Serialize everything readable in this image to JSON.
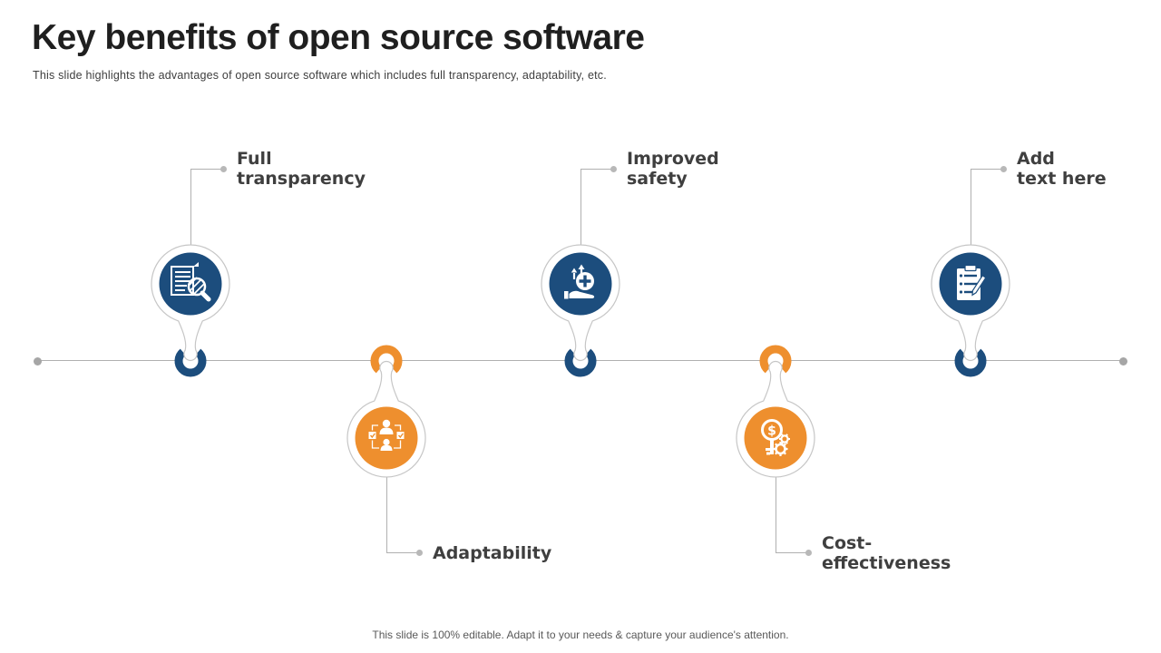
{
  "slide": {
    "title": "Key benefits of open source software",
    "subtitle": "This slide highlights the advantages of open source software which includes full transparency, adaptability, etc.",
    "footer": "This slide is 100% editable. Adapt it to your needs & capture your audience's attention."
  },
  "colors": {
    "blue": "#1c4d7d",
    "orange": "#ee8f2e",
    "line_gray": "#b0b0b0",
    "dot_gray": "#a6a6a6",
    "label_text": "#3f3f3f"
  },
  "timeline": {
    "items": [
      {
        "label": "Full transparency",
        "label_lines": [
          "Full",
          "transparency"
        ],
        "icon": "document-magnifier-icon",
        "color": "blue",
        "position": "above"
      },
      {
        "label": "Adaptability",
        "label_lines": [
          "Adaptability"
        ],
        "icon": "team-checkboxes-icon",
        "color": "orange",
        "position": "below"
      },
      {
        "label": "Improved safety",
        "label_lines": [
          "Improved",
          "safety"
        ],
        "icon": "hand-plus-arrows-icon",
        "color": "blue",
        "position": "above"
      },
      {
        "label": "Cost-effectiveness",
        "label_lines": [
          "Cost-",
          "effectiveness"
        ],
        "icon": "dollar-key-gears-icon",
        "color": "orange",
        "position": "below"
      },
      {
        "label": "Add text here",
        "label_lines": [
          "Add",
          "text here"
        ],
        "icon": "clipboard-pencil-icon",
        "color": "blue",
        "position": "above"
      }
    ]
  }
}
